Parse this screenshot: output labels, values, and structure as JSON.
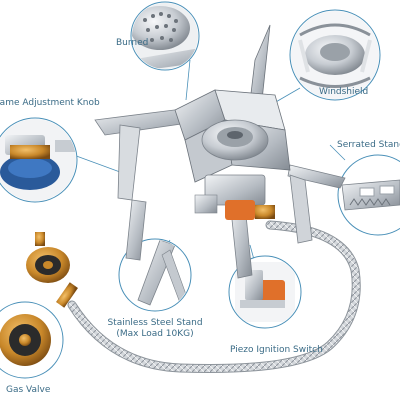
{
  "labels": {
    "burned": "Burned",
    "windshield": "Windshield",
    "flame_knob": "Flame Adjustment Knob",
    "serrated": "Serrated  Stand",
    "stand_line1": "Stainless Steel Stand",
    "stand_line2": "(Max Load 10KG)",
    "piezo": "Piezo Ignition Switch",
    "gas_valve": "Gas  Valve"
  },
  "colors": {
    "callout_line": "#4a90b8",
    "steel_light": "#e6e9ec",
    "steel_mid": "#b9bfc6",
    "steel_dark": "#7c838b",
    "brass": "#c9882a",
    "orange": "#e0702a",
    "blue": "#2a5a9a",
    "label_text": "#3a6b86"
  }
}
